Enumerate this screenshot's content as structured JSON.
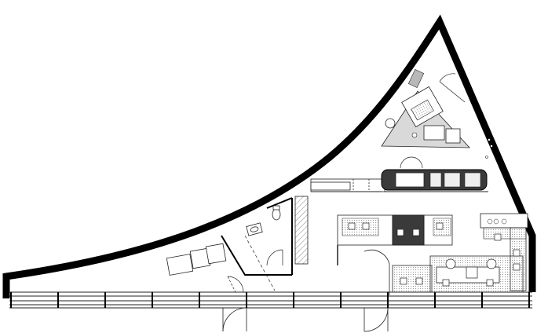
{
  "plan": {
    "title": "",
    "colors": {
      "wall": "#000000",
      "line": "#222222",
      "hatch": "#777777",
      "light_fill": "#d9d9d9",
      "mid_fill": "#b8b8b8",
      "dark_fill": "#3a3a3a",
      "paper": "#ffffff"
    },
    "rooms": {
      "restroom": "restroom",
      "reception_area": "reception-area",
      "desk_cluster_center": "desk-cluster-center",
      "desk_cluster_right": "desk-cluster-right",
      "lounge": "lounge",
      "kitchen_counter": "kitchen-counter",
      "storage_block": "storage-block",
      "lockers": "lockers"
    },
    "icons": {
      "door_swing": "door-swing-icon",
      "toilet": "toilet-icon",
      "sink": "sink-icon",
      "chair": "chair-icon",
      "plant": "plant-icon"
    }
  }
}
